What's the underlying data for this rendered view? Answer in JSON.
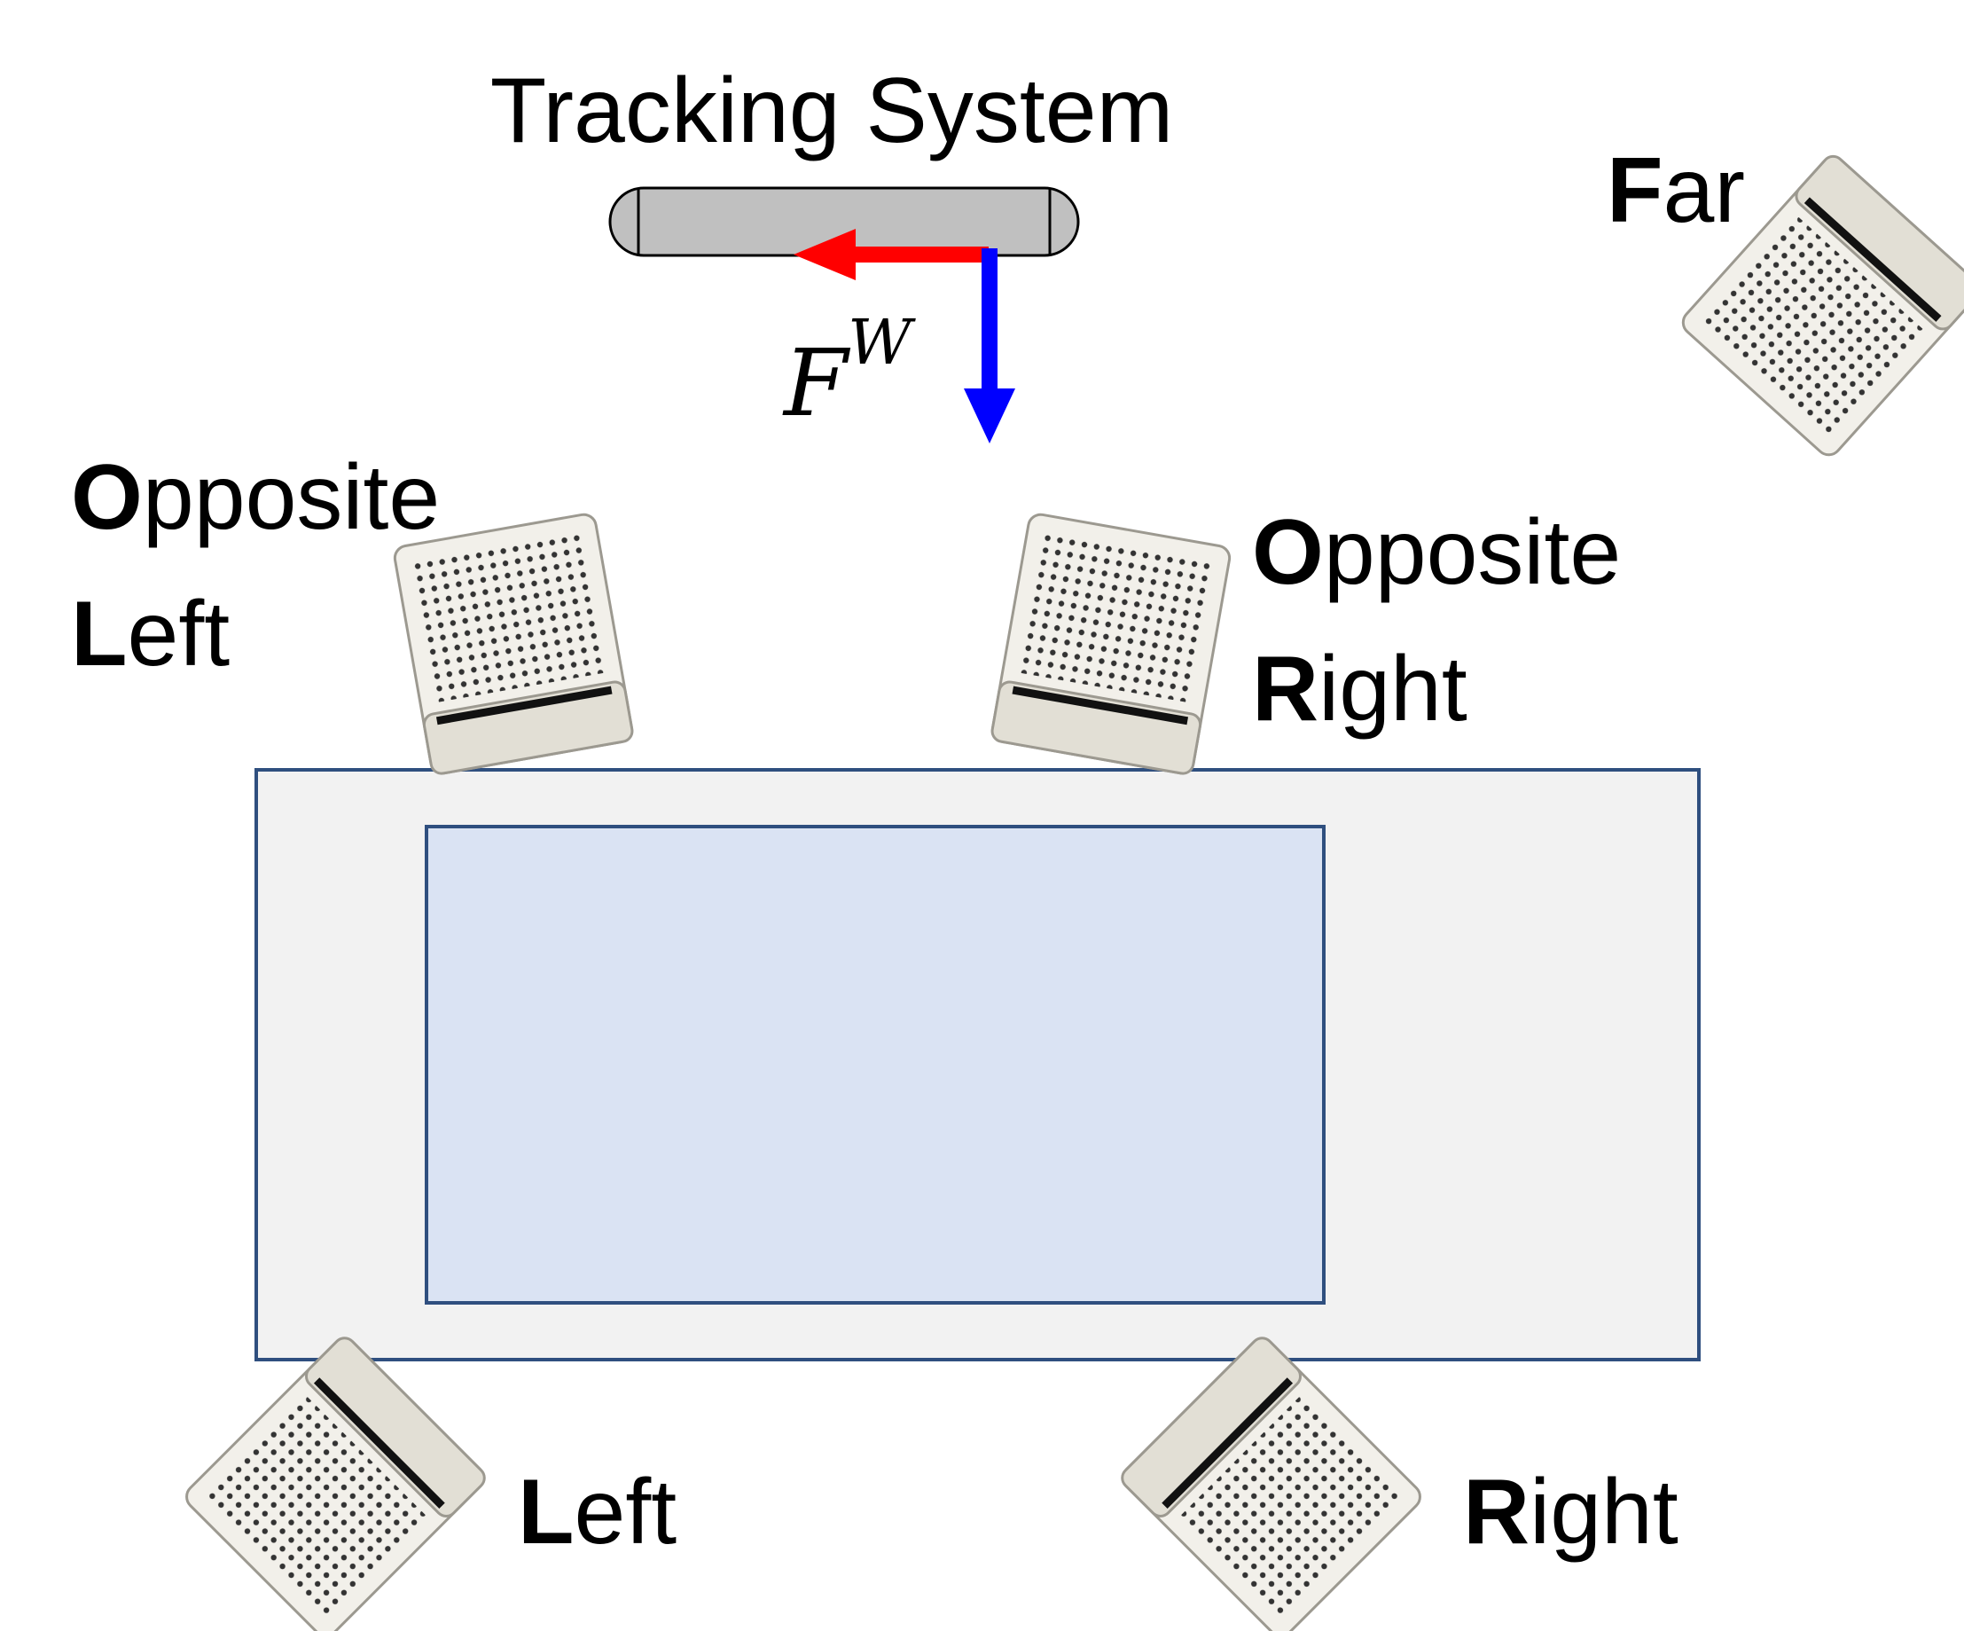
{
  "title": "Tracking System",
  "frame_label": {
    "base": "F",
    "superscript": "W"
  },
  "camera_labels": {
    "far": {
      "initial": "F",
      "rest": "ar"
    },
    "opposite_left": {
      "line1_initial": "O",
      "line1_rest": "pposite",
      "line2_initial": "L",
      "line2_rest": "eft"
    },
    "opposite_right": {
      "line1_initial": "O",
      "line1_rest": "pposite",
      "line2_initial": "R",
      "line2_rest": "ight"
    },
    "left": {
      "initial": "L",
      "rest": "eft"
    },
    "right": {
      "initial": "R",
      "rest": "ight"
    }
  },
  "colors": {
    "axis_x": "#ff0000",
    "axis_z": "#0000ff",
    "table_fill": "#f2f2f2",
    "table_border": "#2f4f7f",
    "inner_fill": "#dae3f3",
    "tracker_fill": "#c0c0c0",
    "camera_body": "#f2f0ea",
    "camera_band": "#e2dfd5"
  },
  "icons": [
    "tracking-bar-icon",
    "camera-icon"
  ]
}
